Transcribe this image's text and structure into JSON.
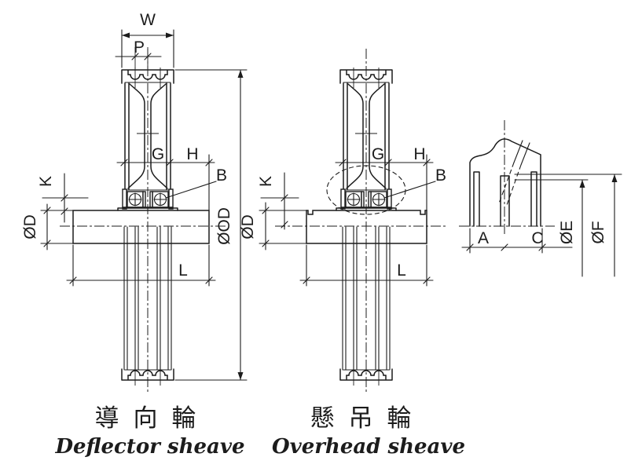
{
  "drawing": {
    "deflector_view": {
      "caption_zh": "導 向 輪",
      "caption_en": "Deflector sheave",
      "dims": {
        "groove_width": "W",
        "pitch": "P",
        "hub_g": "G",
        "hub_h": "H",
        "bearing": "B",
        "offset_k": "K",
        "shaft_dia": "ØD",
        "outer_dia": "ØOD",
        "base_length": "L"
      }
    },
    "overhead_view": {
      "caption_zh": "懸 吊 輪",
      "caption_en": "Overhead sheave",
      "dims": {
        "hub_g": "G",
        "hub_h": "H",
        "bearing": "B",
        "offset_k": "K",
        "shaft_dia": "ØD",
        "base_length": "L"
      }
    },
    "side_view": {
      "dims": {
        "a": "A",
        "c": "C",
        "dia_e": "ØE",
        "dia_f": "ØF"
      }
    },
    "colors": {
      "line": "#1c1c1c",
      "background": "#ffffff"
    }
  }
}
